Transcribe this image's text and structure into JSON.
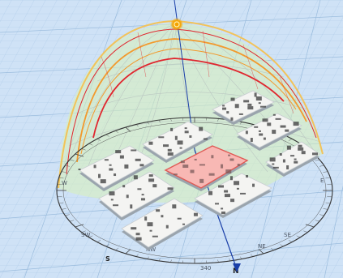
{
  "scene": {
    "background_color": "#cfe2f6",
    "grid_color": "#8fb4d8",
    "sun_color": "#f5a300",
    "path_colors": [
      "#e0262e",
      "#f29a2e",
      "#f2c35a"
    ],
    "dome_fill": "#d8f0b8",
    "selected_color": "#f8b8b4",
    "block_color": "#f4f4f2"
  },
  "compass": {
    "labels": [
      "N",
      "340",
      "S",
      "E",
      "W",
      "SE",
      "NW",
      "NE",
      "SW"
    ]
  },
  "blocks": {
    "count": 9
  }
}
